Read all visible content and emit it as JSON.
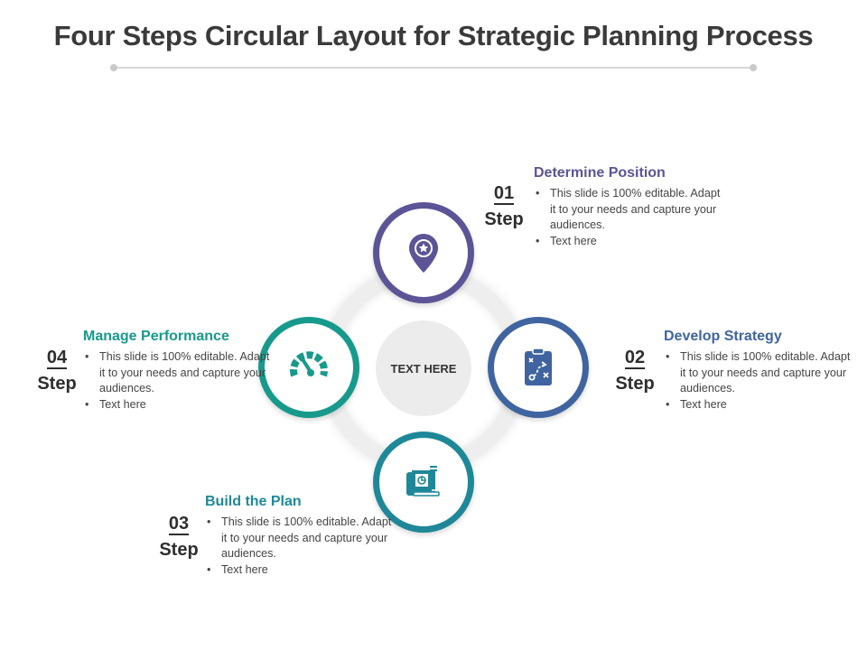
{
  "title": "Four Steps Circular Layout for Strategic Planning Process",
  "center_label": "TEXT HERE",
  "steps": [
    {
      "number": "01",
      "step_word": "Step",
      "heading": "Determine Position",
      "bullets": [
        "This slide is 100% editable. Adapt it to your needs and capture your audiences.",
        "Text here"
      ],
      "color": "#5b5496",
      "icon": "location-pin-star-icon"
    },
    {
      "number": "02",
      "step_word": "Step",
      "heading": "Develop Strategy",
      "bullets": [
        "This slide is 100% editable. Adapt it to your needs and capture your audiences.",
        "Text here"
      ],
      "color": "#3f64a0",
      "icon": "strategy-clipboard-icon"
    },
    {
      "number": "03",
      "step_word": "Step",
      "heading": "Build the Plan",
      "bullets": [
        "This slide is 100% editable. Adapt it to your needs and capture your audiences.",
        "Text here"
      ],
      "color": "#1f8898",
      "icon": "blueprint-plan-icon"
    },
    {
      "number": "04",
      "step_word": "Step",
      "heading": "Manage Performance",
      "bullets": [
        "This slide is 100% editable. Adapt it to your needs and capture your audiences.",
        "Text here"
      ],
      "color": "#179a8c",
      "icon": "speedometer-gauge-icon"
    }
  ]
}
